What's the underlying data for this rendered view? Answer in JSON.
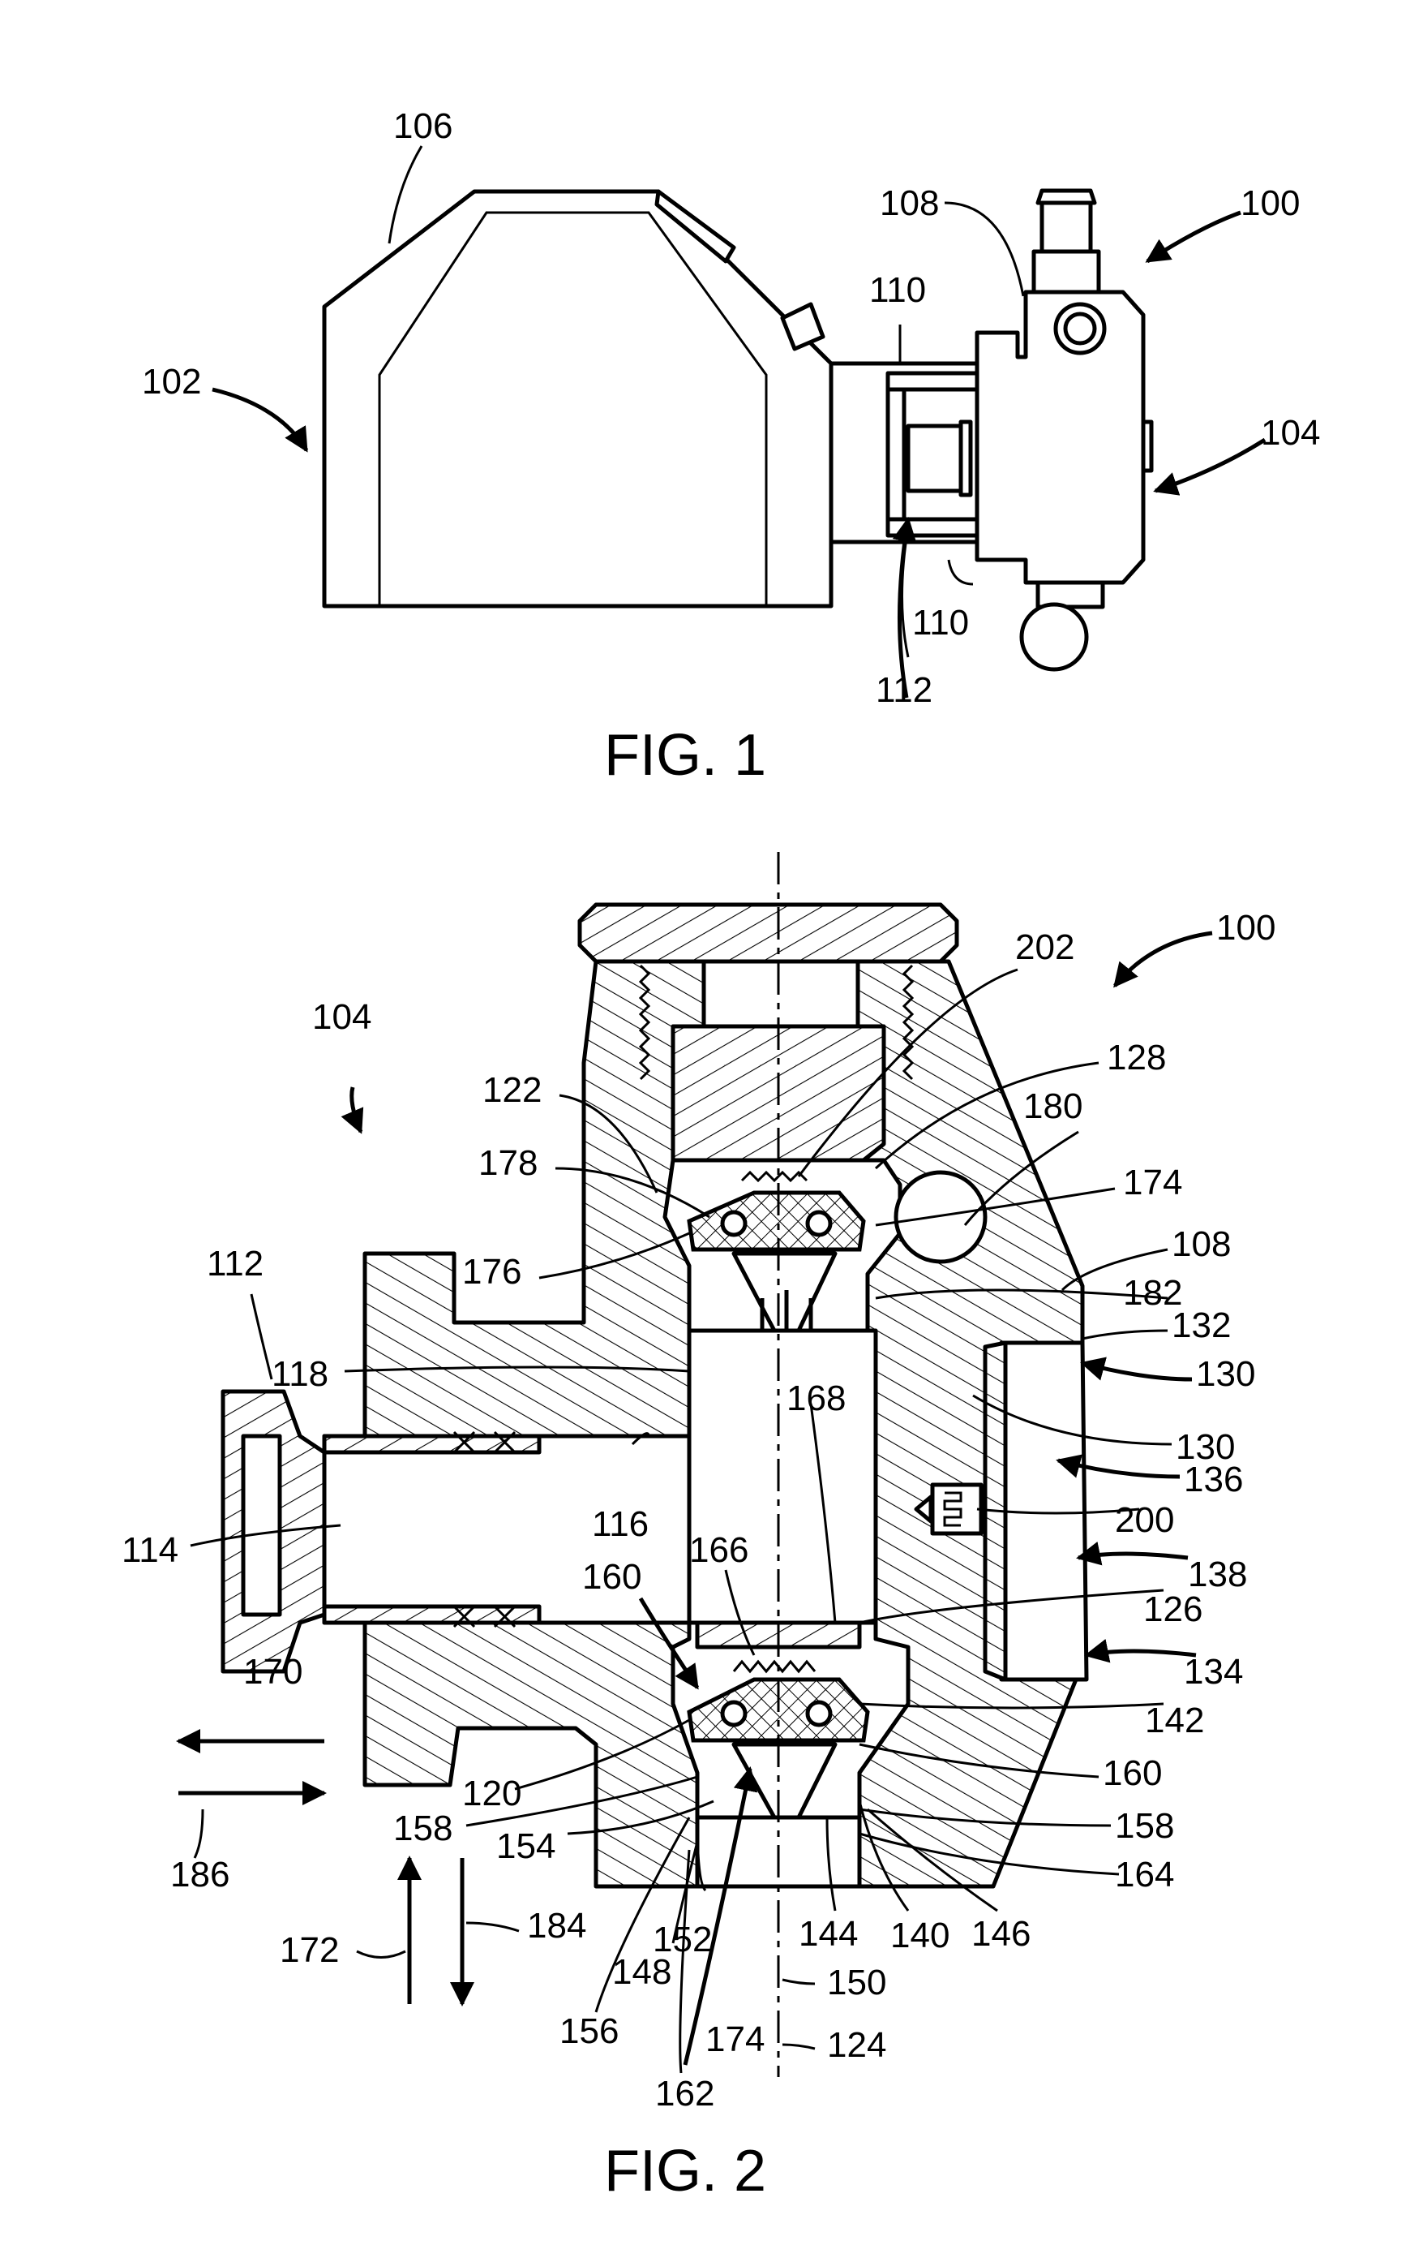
{
  "figures": {
    "fig1_caption": "FIG. 1",
    "fig2_caption": "FIG. 2"
  },
  "fig1_labels": {
    "l106": "106",
    "l108": "108",
    "l100": "100",
    "l110a": "110",
    "l102": "102",
    "l104": "104",
    "l110b": "110",
    "l112": "112"
  },
  "fig2_labels": {
    "l100": "100",
    "l202": "202",
    "l104": "104",
    "l128": "128",
    "l122": "122",
    "l180": "180",
    "l178": "178",
    "l174a": "174",
    "l108": "108",
    "l176": "176",
    "l182": "182",
    "l112": "112",
    "l132": "132",
    "l118": "118",
    "l130a": "130",
    "l168": "168",
    "l130b": "130",
    "l136": "136",
    "l116": "116",
    "l114": "114",
    "l200": "200",
    "l166": "166",
    "l160a": "160",
    "l138": "138",
    "l126": "126",
    "l170": "170",
    "l134": "134",
    "l142": "142",
    "l120": "120",
    "l160b": "160",
    "l158a": "158",
    "l158b": "158",
    "l154": "154",
    "l186": "186",
    "l164": "164",
    "l172": "172",
    "l184": "184",
    "l152": "152",
    "l144": "144",
    "l140": "140",
    "l146": "146",
    "l148": "148",
    "l150": "150",
    "l156": "156",
    "l174b": "174",
    "l124": "124",
    "l162": "162"
  }
}
